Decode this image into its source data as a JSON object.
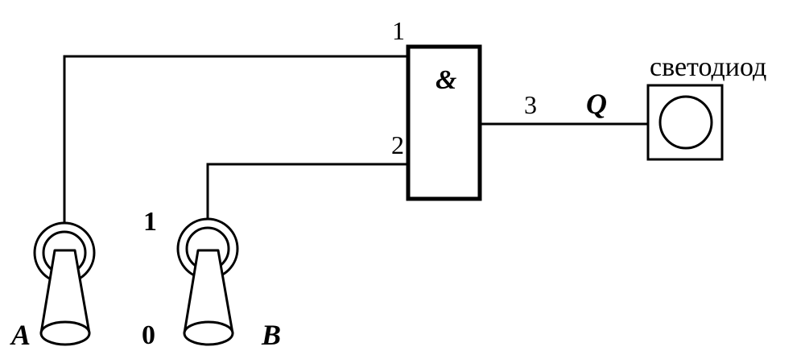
{
  "gate": {
    "symbol": "&"
  },
  "pins": {
    "in1": "1",
    "in2": "2",
    "out": "3"
  },
  "output": {
    "label": "Q"
  },
  "led": {
    "label": "светодиод"
  },
  "switches": {
    "a_label": "A",
    "b_label": "B",
    "state_on": "1",
    "state_off": "0"
  },
  "colors": {
    "line": "#000000",
    "background": "#ffffff"
  }
}
